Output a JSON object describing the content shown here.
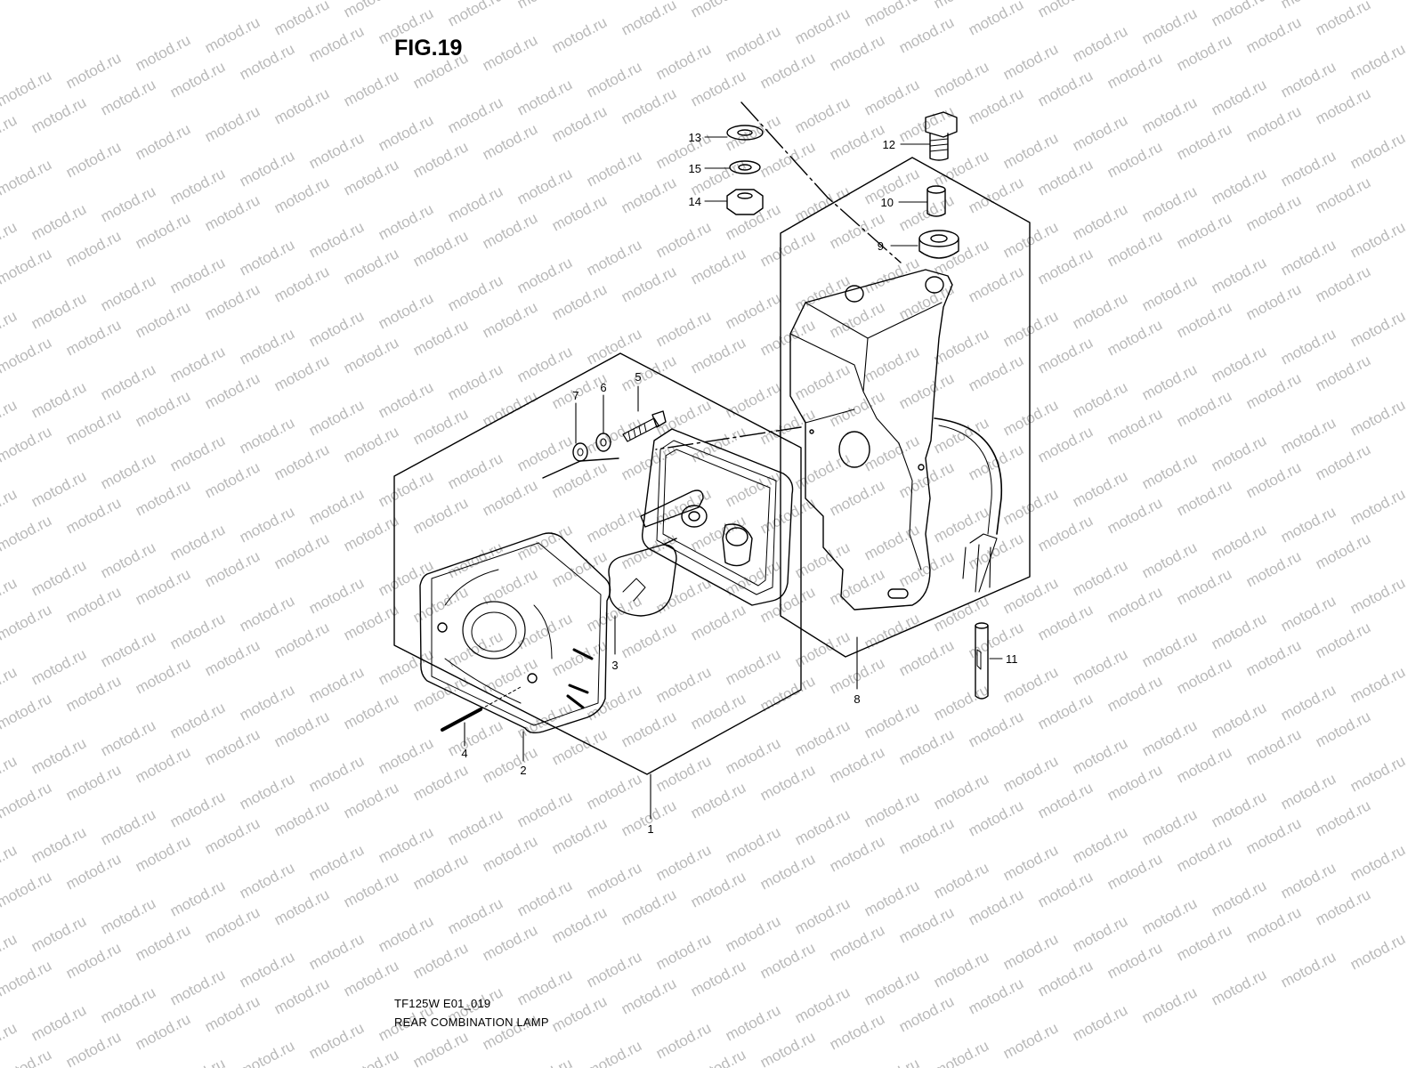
{
  "figure": {
    "title": "FIG.19"
  },
  "watermark": {
    "text": "motod.ru",
    "color": "#b9b9b9"
  },
  "footer": {
    "model_code": "TF125W E01_019",
    "caption": "REAR COMBINATION LAMP"
  },
  "callouts": [
    "1",
    "2",
    "3",
    "4",
    "5",
    "6",
    "7",
    "8",
    "9",
    "10",
    "11",
    "12",
    "13",
    "14",
    "15"
  ]
}
